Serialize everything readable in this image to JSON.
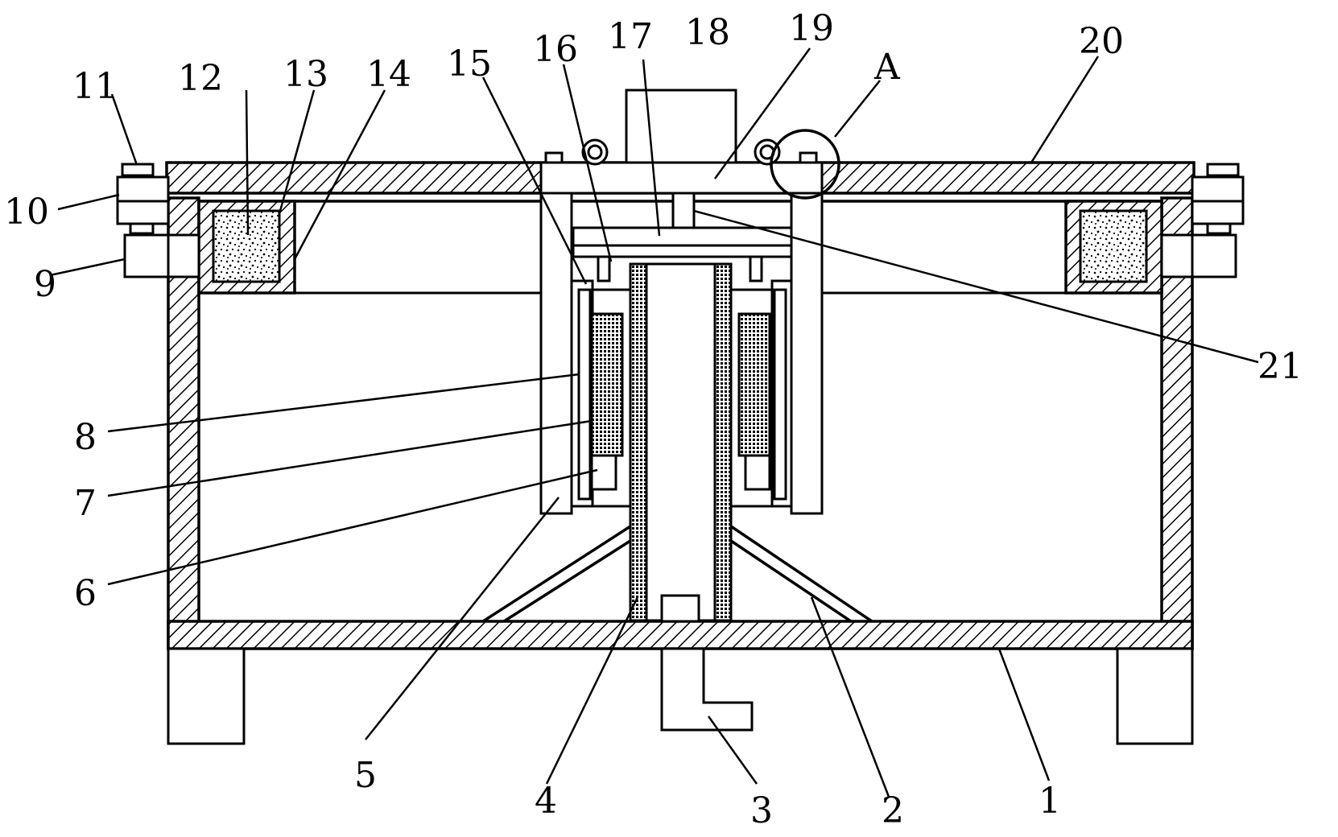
{
  "labels": {
    "l1": "1",
    "l2": "2",
    "l3": "3",
    "l4": "4",
    "l5": "5",
    "l6": "6",
    "l7": "7",
    "l8": "8",
    "l9": "9",
    "l10": "10",
    "l11": "11",
    "l12": "12",
    "l13": "13",
    "l14": "14",
    "l15": "15",
    "l16": "16",
    "l17": "17",
    "l18": "18",
    "l19": "19",
    "l20": "20",
    "l21": "21",
    "lA": "A"
  }
}
